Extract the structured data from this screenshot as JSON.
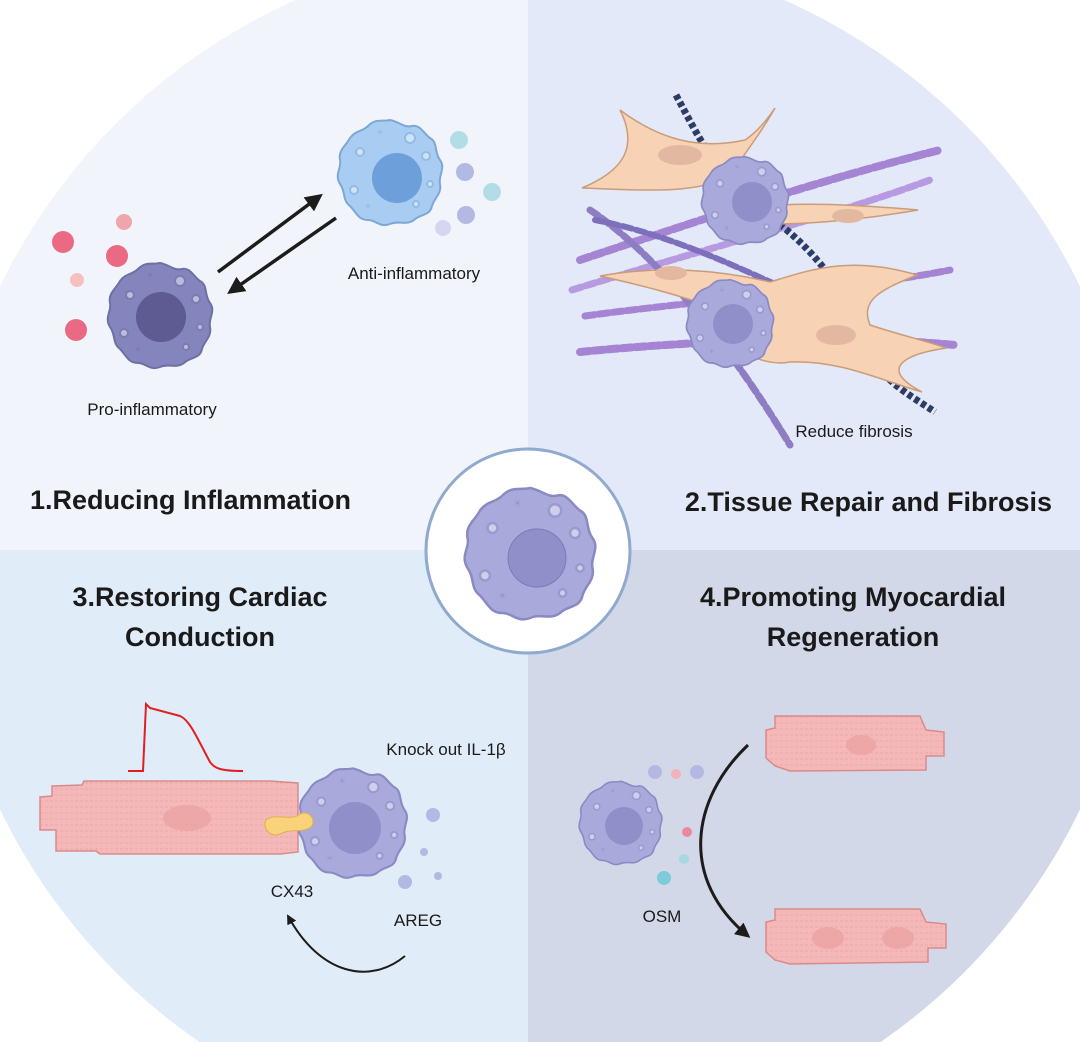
{
  "colors": {
    "q1_bg": "#f1f5fb",
    "q2_bg": "#e3e9f8",
    "q3_bg": "#e1ecf9",
    "q4_bg": "#d3d8e9",
    "page_bg": "#ffffff",
    "macrophage_body": "#a9a9dc",
    "macrophage_nucleus": "#8f8fc9",
    "pro_inflammatory_body": "#8585bd",
    "pro_inflammatory_nucleus": "#5e5b92",
    "anti_inflammatory_body": "#a9cdf2",
    "anti_inflammatory_nucleus": "#6d9fdb",
    "cardiomyocyte": "#f4b8b8",
    "fibroblast": "#f7d2b4",
    "collagen": "#a584d4",
    "action_potential": "#e02020",
    "arrow": "#1c1c1c",
    "center_ring": "#8fa9cf"
  },
  "center": {
    "icon": "macrophage-icon"
  },
  "quadrants": [
    {
      "id": "q1",
      "title": "1.Reducing Inflammation",
      "labels": {
        "pro": "Pro-inflammatory",
        "anti": "Anti-inflammatory"
      },
      "icons": [
        "pro-inflammatory-macrophage-icon",
        "anti-inflammatory-macrophage-icon",
        "bidirectional-arrow-icon",
        "cytokine-dots-icon"
      ]
    },
    {
      "id": "q2",
      "title": "2.Tissue Repair and Fibrosis",
      "labels": {
        "note": "Reduce fibrosis"
      },
      "icons": [
        "fibroblast-icon",
        "collagen-fiber-icon",
        "macrophage-icon"
      ]
    },
    {
      "id": "q3",
      "title_line1": "3.Restoring Cardiac",
      "title_line2": "Conduction",
      "labels": {
        "knockout": "Knock out IL-1β",
        "cx43": "CX43",
        "areg": "AREG"
      },
      "icons": [
        "action-potential-icon",
        "cardiomyocyte-icon",
        "gap-junction-icon",
        "macrophage-icon",
        "curved-arrow-icon"
      ]
    },
    {
      "id": "q4",
      "title_line1": "4.Promoting Myocardial",
      "title_line2": "Regeneration",
      "labels": {
        "osm": "OSM"
      },
      "icons": [
        "macrophage-icon",
        "cardiomyocyte-icon",
        "binucleated-cardiomyocyte-icon",
        "curved-arrow-icon"
      ]
    }
  ]
}
